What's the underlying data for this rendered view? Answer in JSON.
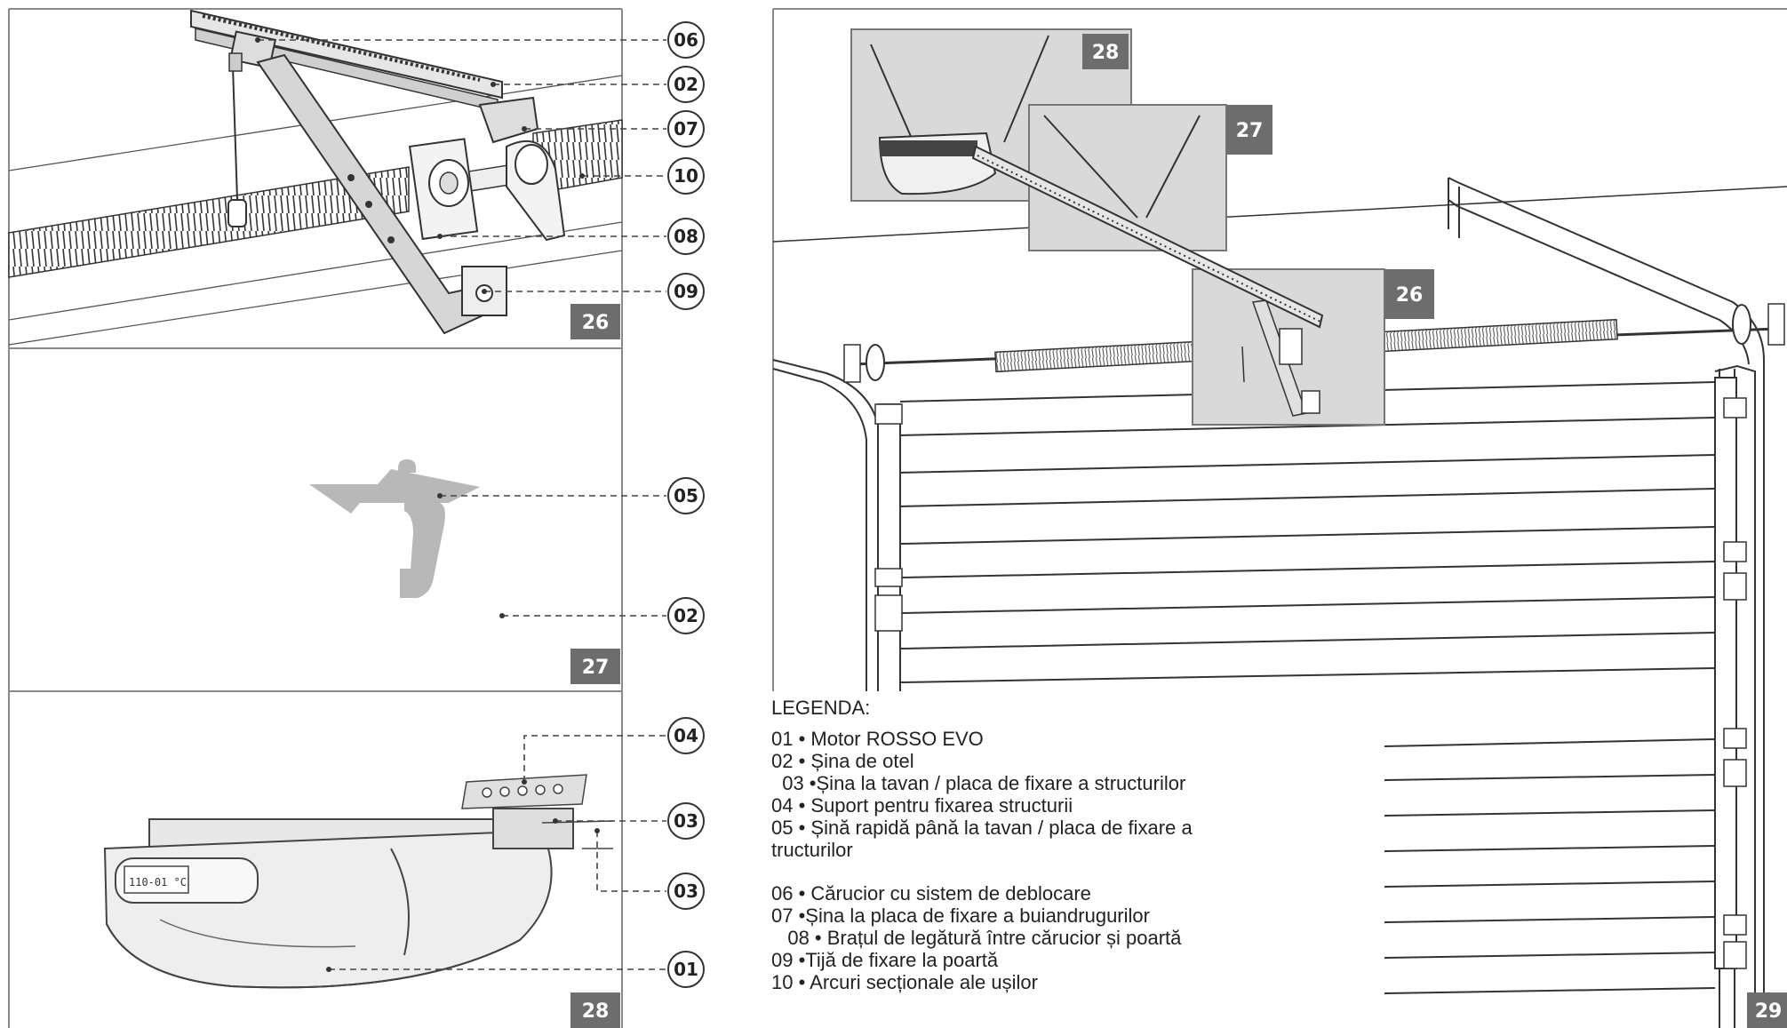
{
  "callouts": {
    "c06": "06",
    "c02a": "02",
    "c07": "07",
    "c10": "10",
    "c08": "08",
    "c09": "09",
    "c05": "05",
    "c02b": "02",
    "c04": "04",
    "c03a": "03",
    "c03b": "03",
    "c01": "01"
  },
  "panels": {
    "p26": "26",
    "p27": "27",
    "p28": "28",
    "p29": "29",
    "inset28": "28",
    "inset27": "27",
    "inset26": "26"
  },
  "motor_display": "110-01  °C",
  "legend": {
    "title": "LEGENDA:",
    "items": [
      "01 •  Motor ROSSO EVO",
      "02 • Șina de otel",
      "  03 •Șina la tavan / placa de fixare a structurilor",
      "04 • Suport pentru fixarea structurii",
      "05 • Șină rapidă până la tavan / placa de fixare a",
      "tructurilor",
      "06 • Cărucior cu sistem de deblocare",
      "07 •Șina la placa de fixare a buiandrugurilor",
      "   08 • Brațul de legătură între cărucior și poartă",
      "09 •Tijă de fixare la poartă",
      "10 • Arcuri secționale ale ușilor"
    ]
  },
  "colors": {
    "line": "#3a3a3a",
    "panel_badge": "#6d6d6d",
    "inset_bg": "#d9d9d9",
    "part_gray": "#b5b5b5"
  }
}
